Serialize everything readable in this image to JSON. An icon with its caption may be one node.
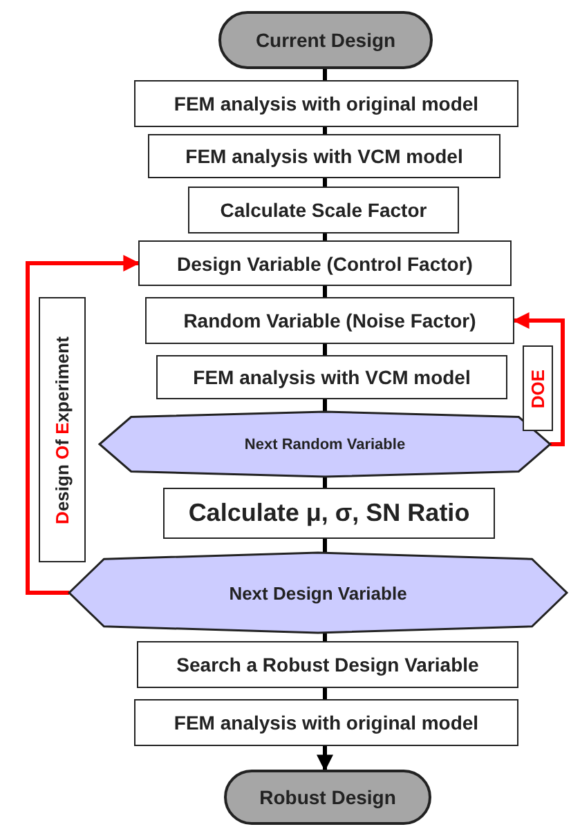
{
  "diagram": {
    "nodes": [
      {
        "text": [
          "Current Design"
        ]
      },
      {
        "text": [
          "FEM analysis with original model"
        ]
      },
      {
        "text": [
          "FEM analysis with VCM model"
        ]
      },
      {
        "text": [
          "Calculate Scale Factor"
        ]
      },
      {
        "text": [
          "Design Variable (Control Factor)"
        ]
      },
      {
        "text": [
          "Random Variable (Noise Factor)"
        ]
      },
      {
        "text": [
          "FEM analysis with VCM model"
        ]
      },
      {
        "text": [
          "Next Random Variable"
        ]
      },
      {
        "text": [
          "Calculate μ, σ, SN Ratio"
        ]
      },
      {
        "text": [
          "Next Design Variable"
        ]
      },
      {
        "text": [
          "Search a Robust Design Variable"
        ]
      },
      {
        "text": [
          "FEM analysis with original model"
        ]
      },
      {
        "text": [
          "Robust Design"
        ]
      },
      {
        "text": [
          "Design Of Experiment"
        ]
      },
      {
        "text": [
          "DOE"
        ]
      }
    ],
    "edges": [
      {
        "from": 0,
        "to": 1,
        "arrow": "none"
      },
      {
        "from": 1,
        "to": 2,
        "arrow": "none"
      },
      {
        "from": 2,
        "to": 3,
        "arrow": "none"
      },
      {
        "from": 3,
        "to": 4,
        "arrow": "none"
      },
      {
        "from": 4,
        "to": 5,
        "arrow": "none"
      },
      {
        "from": 5,
        "to": 6,
        "arrow": "none"
      },
      {
        "from": 6,
        "to": 7,
        "arrow": "none"
      },
      {
        "from": 7,
        "to": 8,
        "arrow": "none"
      },
      {
        "from": 8,
        "to": 9,
        "arrow": "none"
      },
      {
        "from": 9,
        "to": 10,
        "arrow": "none"
      },
      {
        "from": 10,
        "to": 11,
        "arrow": "none"
      },
      {
        "from": 11,
        "to": 12,
        "arrow": "to"
      },
      {
        "from": 9,
        "to": 4,
        "arrow": "to",
        "color": "#ff0000"
      },
      {
        "from": 7,
        "to": 5,
        "arrow": "to",
        "color": "#ff0000"
      }
    ]
  }
}
